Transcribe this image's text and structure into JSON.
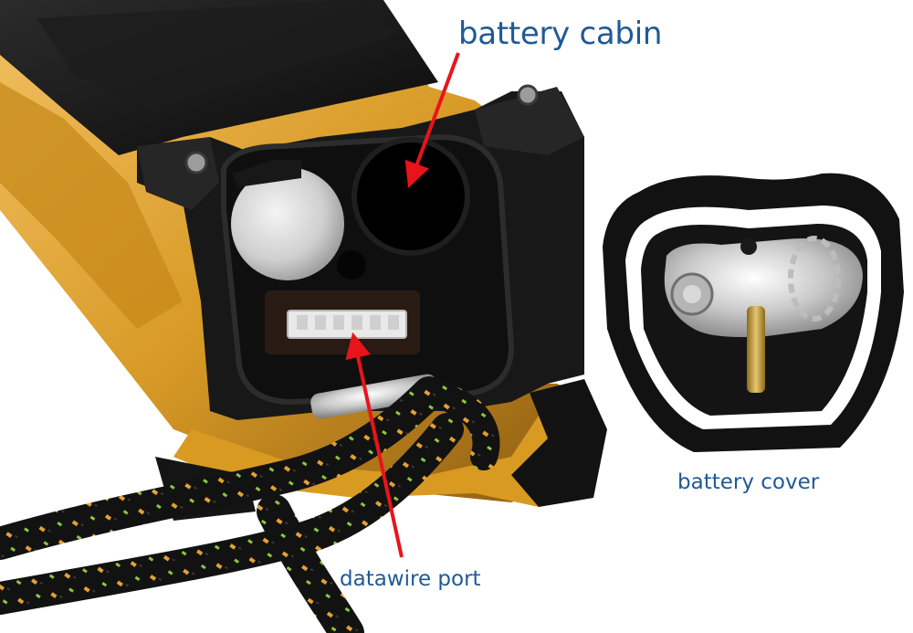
{
  "labels": {
    "battery_cabin": "battery cabin",
    "battery_cover": "battery cover",
    "datawire_port": "datawire port"
  },
  "colors": {
    "label_text": "#1f5a96",
    "arrow": "#e8141b",
    "housing": "#1a1a1a",
    "orange_body": "#d4961e",
    "rope": "#121212",
    "rope_fleck": "#e3a132"
  }
}
